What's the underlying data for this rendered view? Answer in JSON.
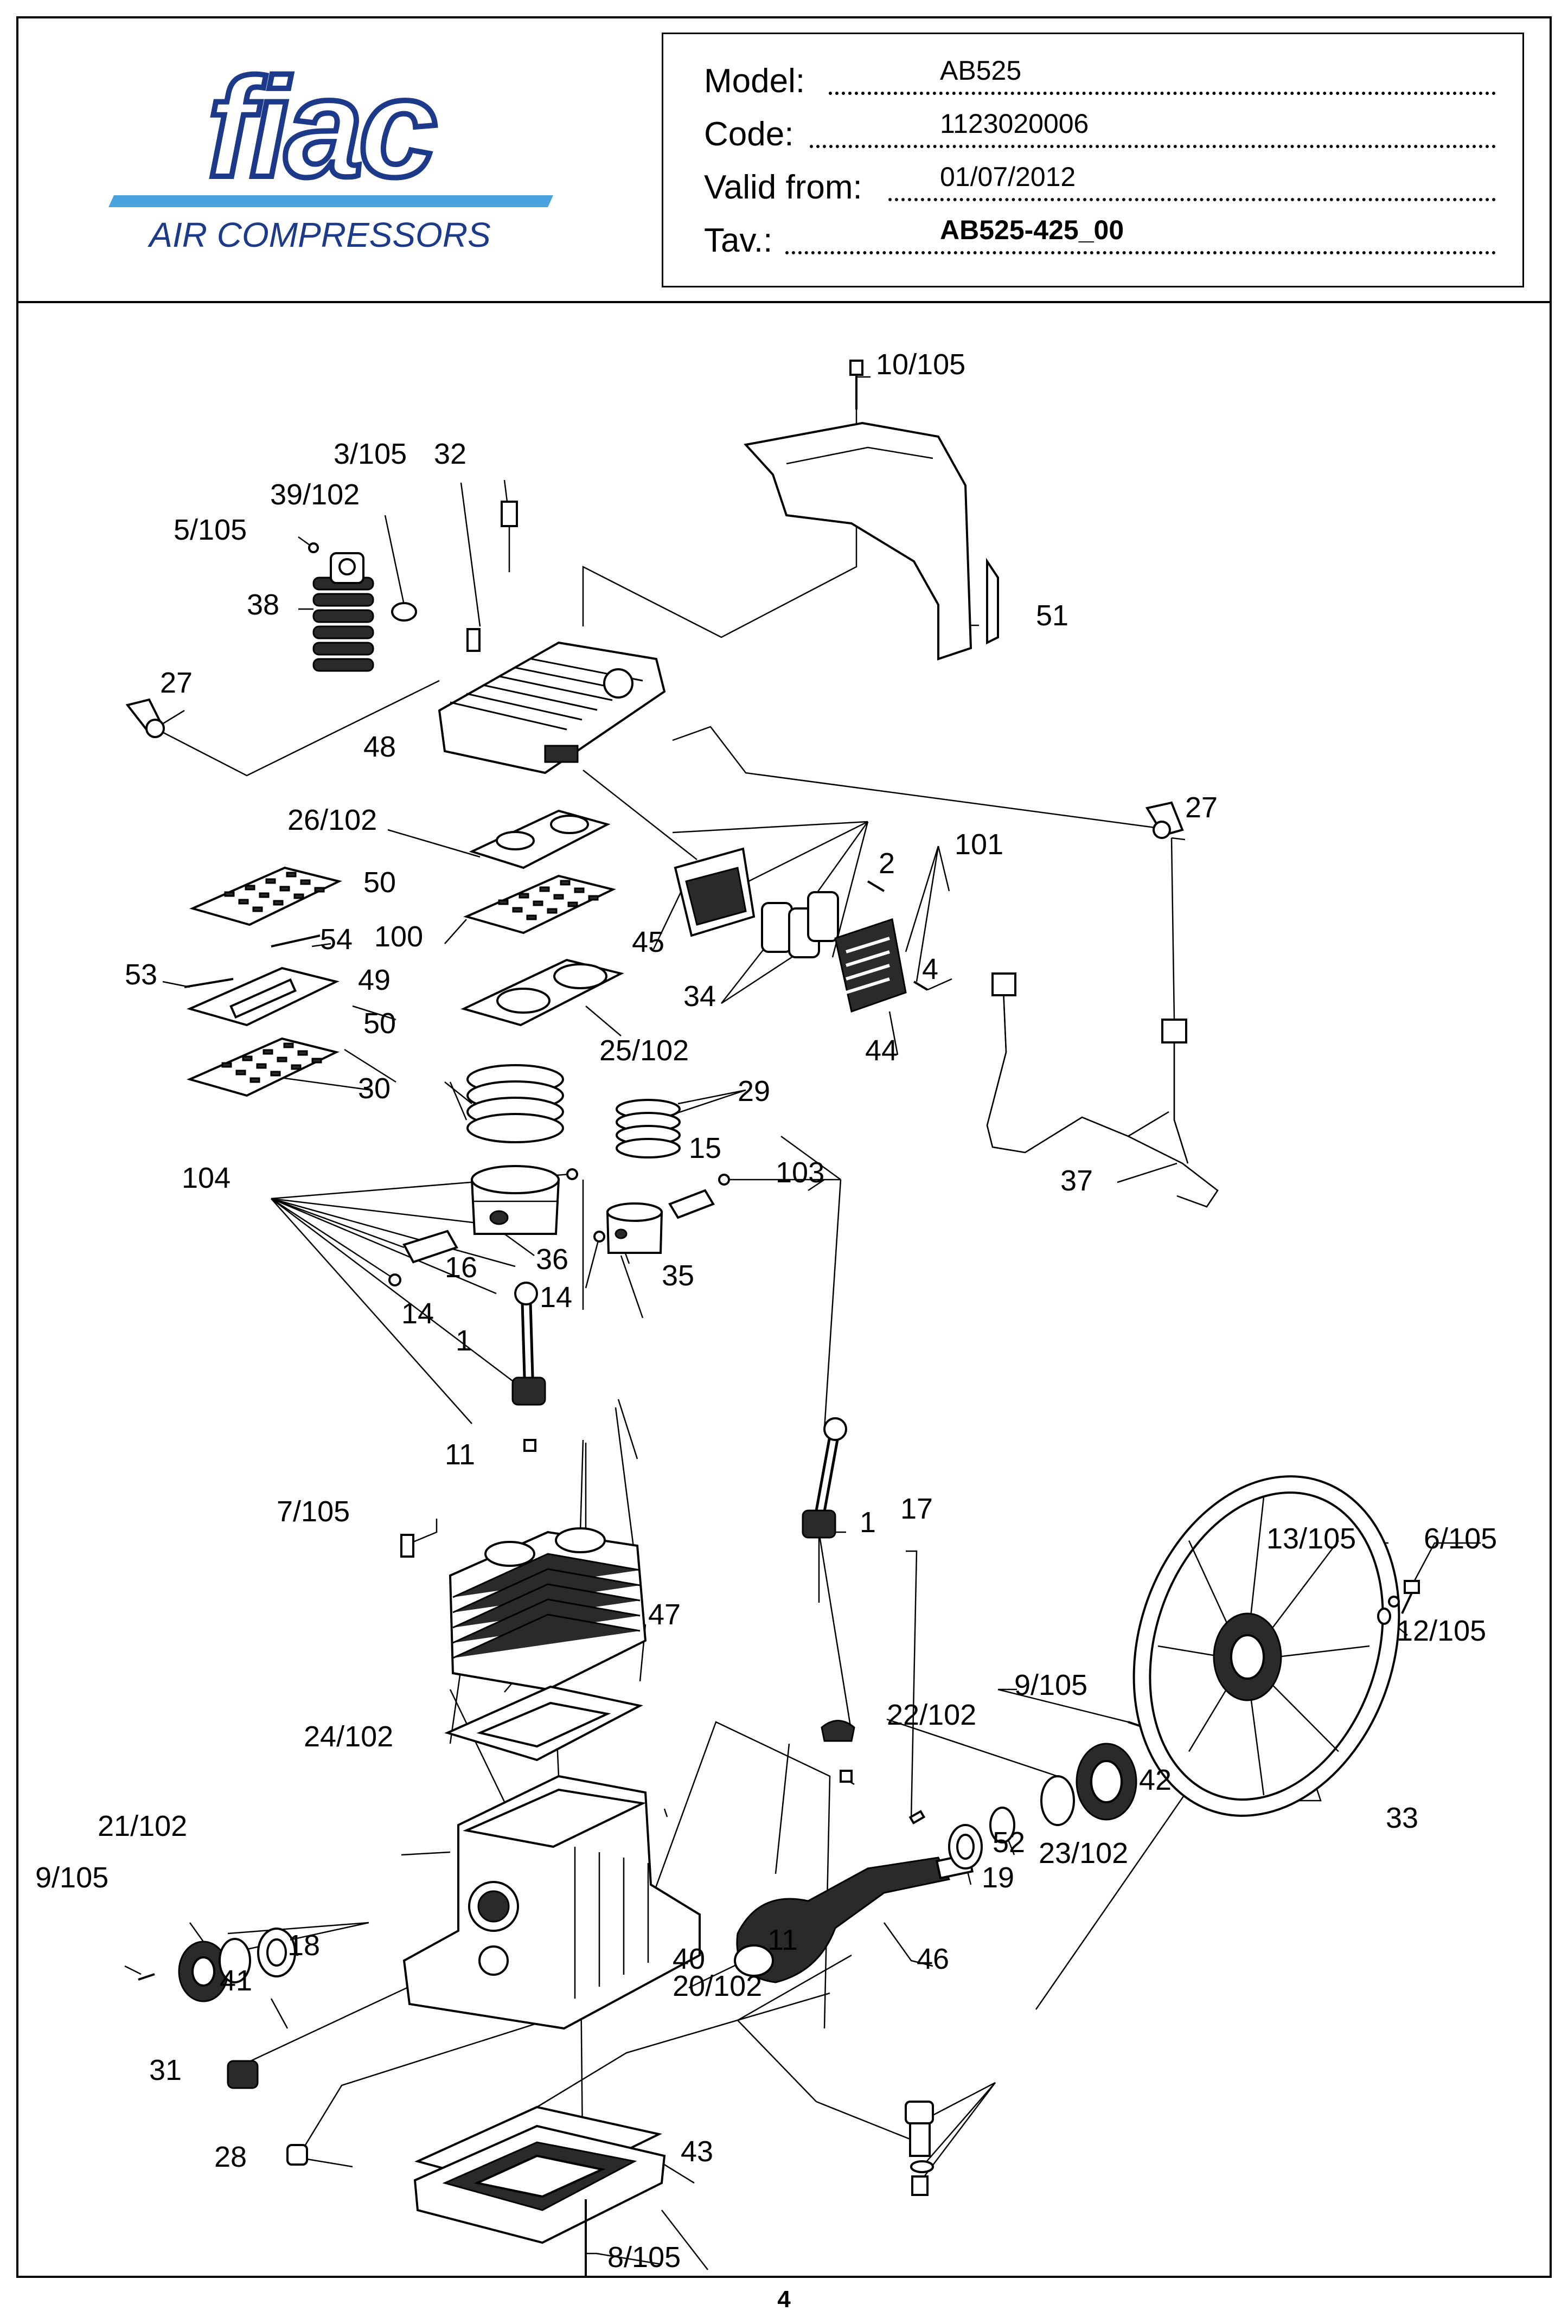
{
  "logo": {
    "brand": "fiac",
    "subtitle": "AIR COMPRESSORS",
    "colors": {
      "dark_blue": "#1d3a8a",
      "light_blue": "#4aa3df"
    }
  },
  "info": {
    "model_label": "Model:",
    "model_value": "AB525",
    "code_label": "Code:",
    "code_value": "1123020006",
    "valid_label": "Valid from:",
    "valid_value": "01/07/2012",
    "tav_label": "Tav.:",
    "tav_value": "AB525-425_00"
  },
  "labels": {
    "p10_105": "10/105",
    "p3_105": "3/105",
    "p32": "32",
    "p39_102": "39/102",
    "p5_105": "5/105",
    "p38": "38",
    "p51": "51",
    "p27a": "27",
    "p48": "48",
    "p27b": "27",
    "p26_102": "26/102",
    "p50a": "50",
    "p2": "2",
    "p101": "101",
    "p54": "54",
    "p100": "100",
    "p45": "45",
    "p53": "53",
    "p49": "49",
    "p4": "4",
    "p34": "34",
    "p50b": "50",
    "p44": "44",
    "p25_102": "25/102",
    "p30": "30",
    "p29": "29",
    "p15": "15",
    "p37": "37",
    "p104": "104",
    "p103": "103",
    "p13_105": "13/105",
    "p6_105": "6/105",
    "p16": "16",
    "p36": "36",
    "p35": "35",
    "p14a": "14",
    "p14b": "14",
    "p12_105": "12/105",
    "p1a": "1",
    "p9_105a": "9/105",
    "p11a": "11",
    "p22_102": "22/102",
    "p1b": "1",
    "p7_105": "7/105",
    "p17": "17",
    "p42": "42",
    "p47": "47",
    "p23_102": "23/102",
    "p33": "33",
    "p19": "19",
    "p46": "46",
    "p24_102": "24/102",
    "p11b": "11",
    "p21_102": "21/102",
    "p40": "40",
    "p9_105b": "9/105",
    "p52": "52",
    "p18": "18",
    "p41": "41",
    "p20_102": "20/102",
    "p31": "31",
    "p28": "28",
    "p43": "43",
    "p8_105": "8/105"
  },
  "page_number": "4"
}
